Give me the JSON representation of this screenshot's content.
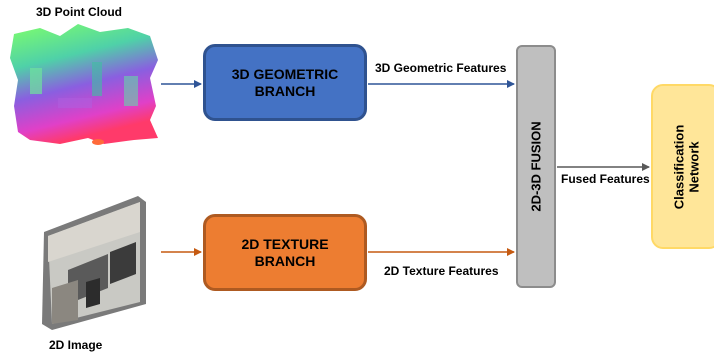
{
  "inputs": {
    "point_cloud_label": "3D Point Cloud",
    "image_label": "2D Image"
  },
  "branches": {
    "geometric": {
      "line1": "3D GEOMETRIC",
      "line2": "BRANCH"
    },
    "texture": {
      "line1": "2D TEXTURE",
      "line2": "BRANCH"
    }
  },
  "edges": {
    "geometric_features": "3D Geometric Features",
    "texture_features": "2D Texture Features",
    "fused_features": "Fused Features"
  },
  "fusion": {
    "label": "2D-3D FUSION"
  },
  "classifier": {
    "line1": "Classification",
    "line2": "Network"
  },
  "colors": {
    "geometric": "#4472c4",
    "texture": "#ed7d31",
    "fusion": "#bfbfbf",
    "classifier": "#ffe699",
    "geometric_arrow": "#2f5597",
    "texture_arrow": "#c55a11",
    "fused_arrow": "#595959"
  }
}
